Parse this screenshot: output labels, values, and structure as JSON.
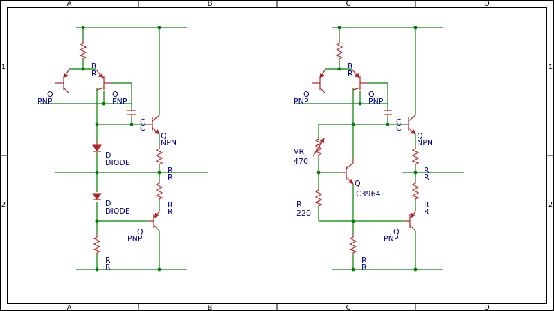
{
  "frame": {
    "columns": [
      "A",
      "B",
      "C",
      "D"
    ],
    "rows": [
      "1",
      "2"
    ]
  },
  "left_circuit": {
    "r_top": "R",
    "r_top2": "R",
    "q1_name": "Q",
    "q1_type": "PNP",
    "q2_name": "Q",
    "q2_type": "PNP",
    "c1": "C",
    "c2": "C",
    "q_npn_name": "Q",
    "q_npn_type": "NPN",
    "d1_name": "D",
    "d1_type": "DIODE",
    "d2_name": "D",
    "d2_type": "DIODE",
    "r_mid1": "R",
    "r_mid2": "R",
    "r_mid3": "R",
    "r_mid4": "R",
    "q_pnp_name": "Q",
    "q_pnp_type": "PNP",
    "r_bot1": "R",
    "r_bot2": "R"
  },
  "right_circuit": {
    "r_top": "R",
    "r_top2": "R",
    "q1_name": "Q",
    "q1_type": "PNP",
    "q2_name": "Q",
    "q2_type": "PNP",
    "c1": "C",
    "c2": "C",
    "q_npn_name": "Q",
    "q_npn_type": "NPN",
    "vr_name": "VR",
    "vr_value": "470",
    "q_mid_name": "Q",
    "q_mid_type": "C3964",
    "r_220_name": "R",
    "r_220_value": "220",
    "r_mid1": "R",
    "r_mid2": "R",
    "r_mid3": "R",
    "r_mid4": "R",
    "q_pnp_name": "Q",
    "q_pnp_type": "PNP",
    "r_bot1": "R",
    "r_bot2": "R"
  },
  "colors": {
    "wire": "#008000",
    "part": "#b22222",
    "label": "#000080",
    "frame": "#000000"
  }
}
